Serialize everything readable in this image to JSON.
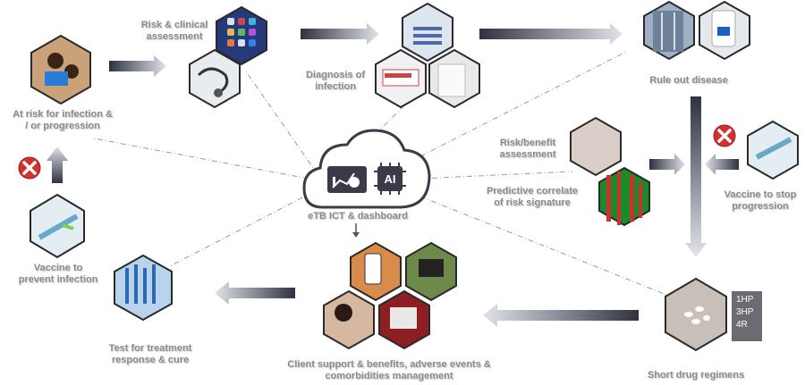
{
  "labels": {
    "risk_clinical": "Risk & clinical\nassessment",
    "diagnosis": "Diagnosis of\ninfection",
    "rule_out": "Rule out disease",
    "at_risk": "At risk for infection &\n/ or progression",
    "risk_benefit": "Risk/benefit\nassessment",
    "predictive": "Predictive correlate\nof risk signature",
    "vaccine_stop": "Vaccine to stop\nprogression",
    "vaccine_prevent": "Vaccine to\nprevent infection",
    "hub": "eTB ICT & dashboard",
    "test_response": "Test for treatment\nresponse & cure",
    "client_support": "Client support & benefits, adverse events &\ncomorbidities management",
    "short_regimens": "Short drug regimens"
  },
  "hub_icon_text": "AI",
  "regimens": [
    "1HP",
    "3HP",
    "4R"
  ],
  "colors": {
    "label_gray": "#8a8a8a",
    "hex_border": "#2a2a2a",
    "arrow_dark": "#3a3a48",
    "dash_line": "#9a9a9a",
    "stop_red": "#d62f2f",
    "regimen_box": "#6b6b72"
  }
}
